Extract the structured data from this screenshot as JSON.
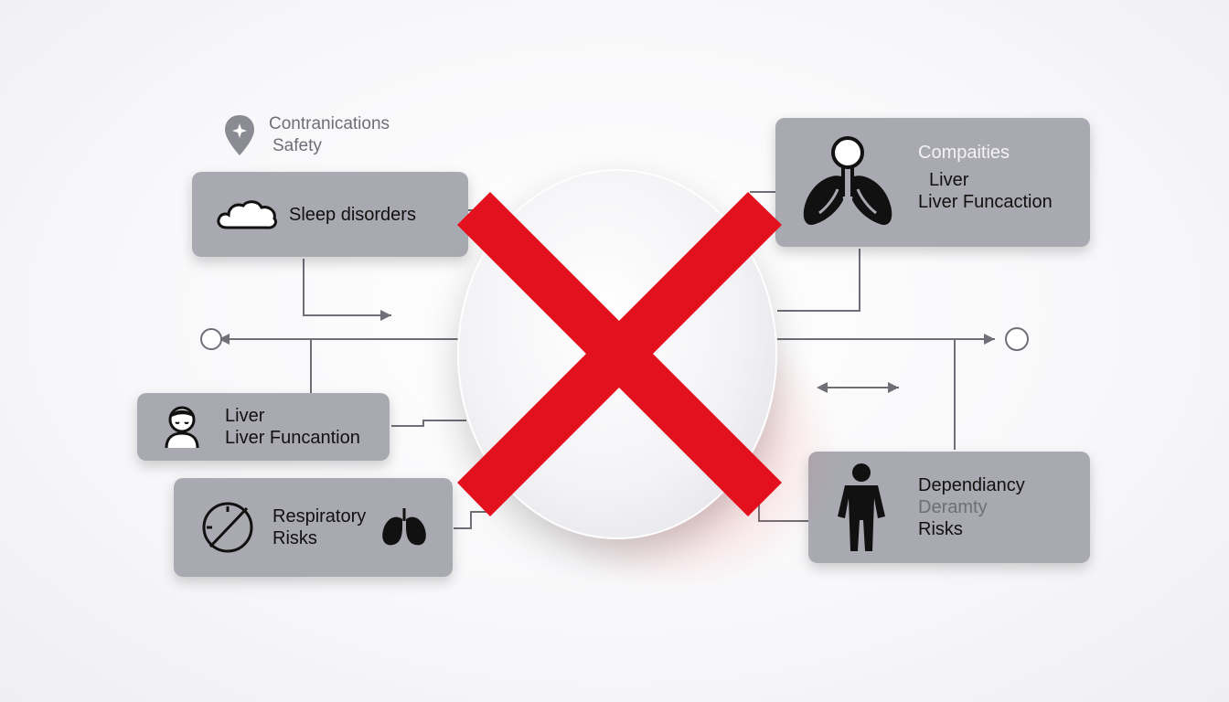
{
  "header": {
    "line1": "Contranications",
    "line2": "Safety",
    "icon": "location-pin-icon"
  },
  "boxes": {
    "sleep": {
      "label": "Sleep disorders",
      "icon": "cloud-icon"
    },
    "liver_left": {
      "line1": "Liver",
      "line2": "Liver Funcantion",
      "icon": "person-face-icon"
    },
    "respiratory": {
      "line1": "Respiratory",
      "line2": "Risks",
      "icon_left": "no-sign-icon",
      "icon_right": "lungs-icon"
    },
    "compatibilities": {
      "line1": "Compaities",
      "line2": "Liver",
      "line3": "Liver Funcaction",
      "icon": "airway-lungs-icon"
    },
    "dependency": {
      "line1": "Dependiancy",
      "line2": "Deramty",
      "line3": "Risks",
      "icon": "human-figure-icon"
    }
  },
  "center": {
    "mark": "red-x-icon",
    "mark_color": "#e3101e"
  },
  "colors": {
    "box": "#a9a9b1",
    "connector": "#6f6f77",
    "text": "#111111",
    "header_text": "#6e6e76"
  }
}
